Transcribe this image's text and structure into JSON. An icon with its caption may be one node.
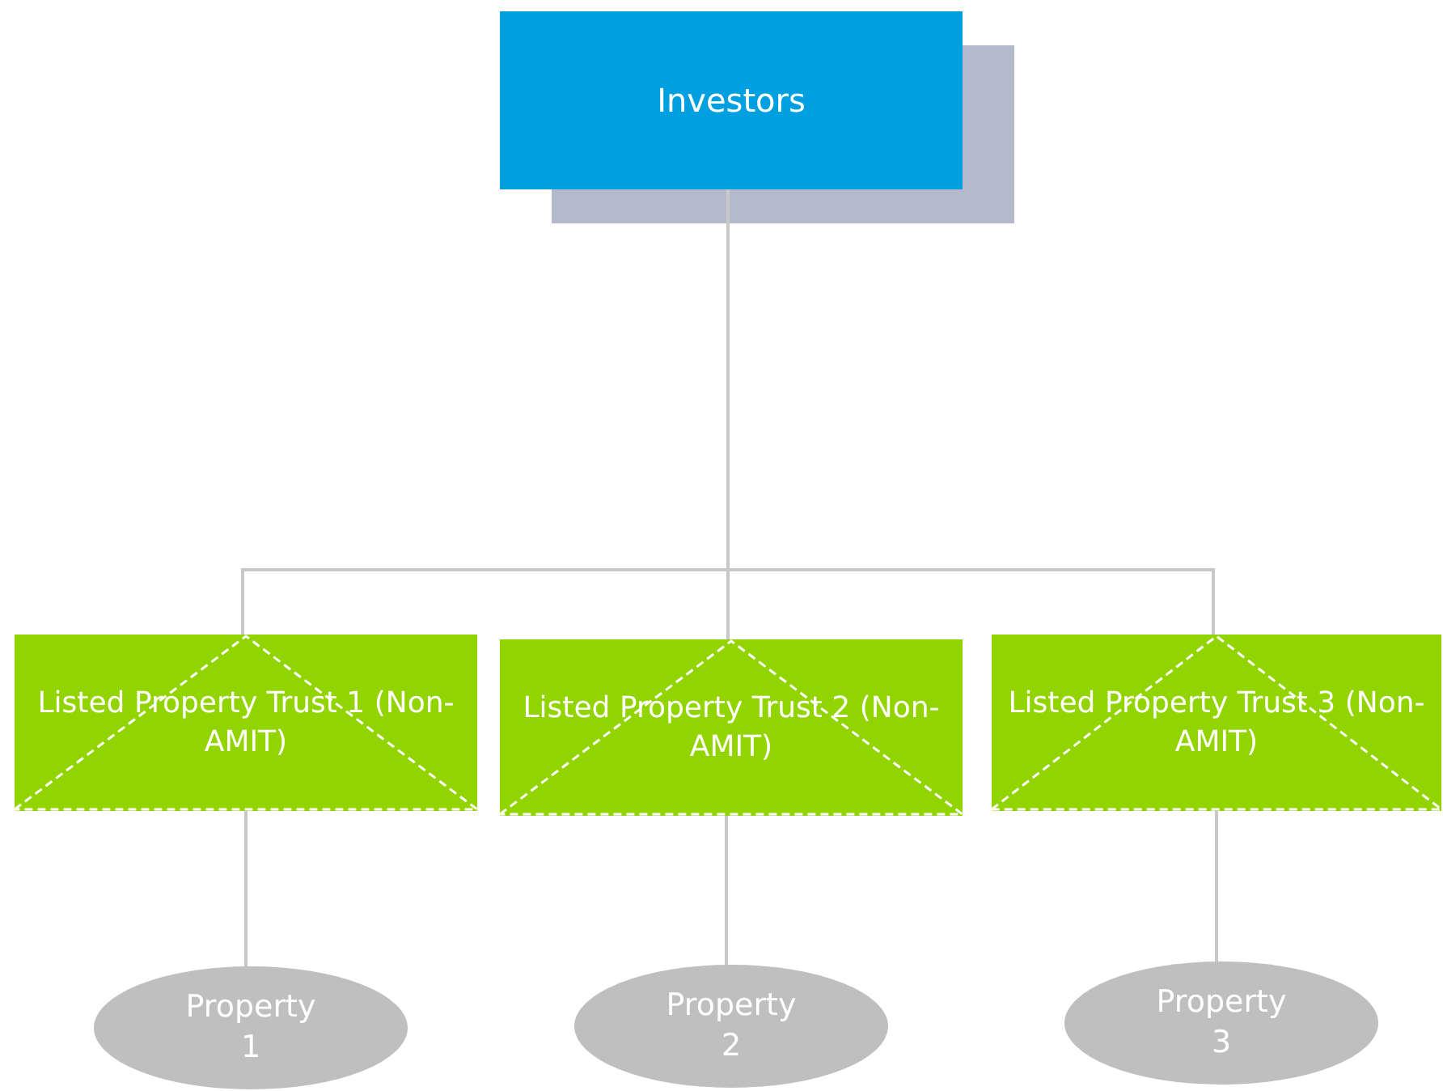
{
  "diagram": {
    "nodes": [
      {
        "text": [
          "Investors"
        ]
      },
      {
        "text": [
          "Listed Property Trust 1 (Non-AMIT)"
        ]
      },
      {
        "text": [
          "Listed Property Trust 2 (Non-AMIT)"
        ]
      },
      {
        "text": [
          "Listed Property Trust 3 (Non-AMIT)"
        ]
      },
      {
        "text": [
          "Property 1"
        ]
      },
      {
        "text": [
          "Property 2"
        ]
      },
      {
        "text": [
          "Property 3"
        ]
      }
    ],
    "edges": [
      {
        "from": 0,
        "to": 1,
        "arrow": "none"
      },
      {
        "from": 0,
        "to": 2,
        "arrow": "none"
      },
      {
        "from": 0,
        "to": 3,
        "arrow": "none"
      },
      {
        "from": 1,
        "to": 4,
        "arrow": "none"
      },
      {
        "from": 2,
        "to": 5,
        "arrow": "none"
      },
      {
        "from": 3,
        "to": 6,
        "arrow": "none"
      }
    ]
  }
}
